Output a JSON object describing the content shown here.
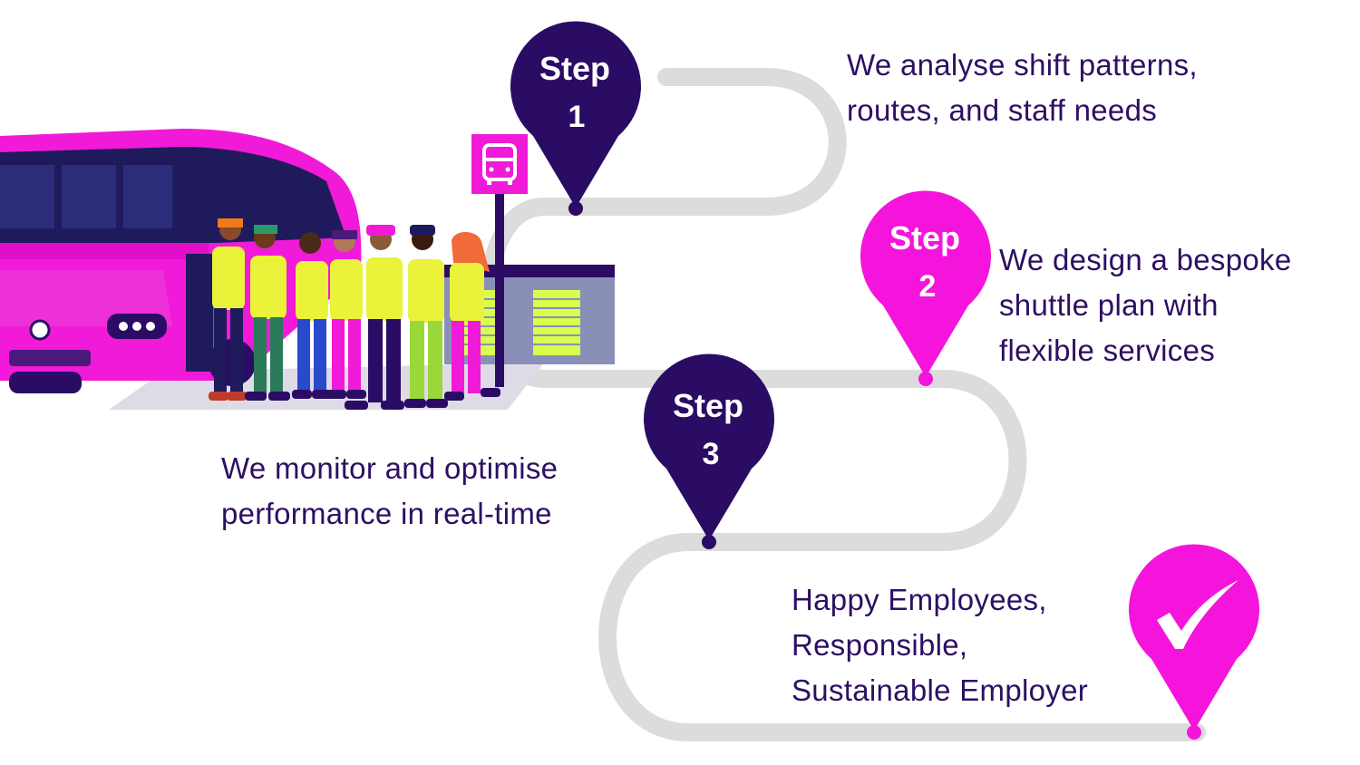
{
  "colors": {
    "navy": "#2e0f63",
    "magenta": "#f01ad8",
    "road": "#dcdcdc",
    "pin_dark": "#2a0c64",
    "pin_pink": "#f514dc"
  },
  "steps": [
    {
      "pin_word": "Step",
      "pin_number": "1",
      "lines": [
        "We analyse shift patterns,",
        "routes, and staff needs"
      ]
    },
    {
      "pin_word": "Step",
      "pin_number": "2",
      "lines": [
        "We design a bespoke",
        "shuttle plan with",
        "flexible services"
      ]
    },
    {
      "pin_word": "Step",
      "pin_number": "3",
      "lines": [
        "We monitor and optimise",
        "performance in real-time"
      ]
    }
  ],
  "outcome": {
    "icon": "checkmark-icon",
    "lines": [
      "Happy Employees,",
      "Responsible,",
      "Sustainable Employer"
    ]
  },
  "illustration": {
    "bus_stop_icon": "bus-icon",
    "bus": "shuttle-bus",
    "workers": "workers-in-hi-vis-vests"
  }
}
